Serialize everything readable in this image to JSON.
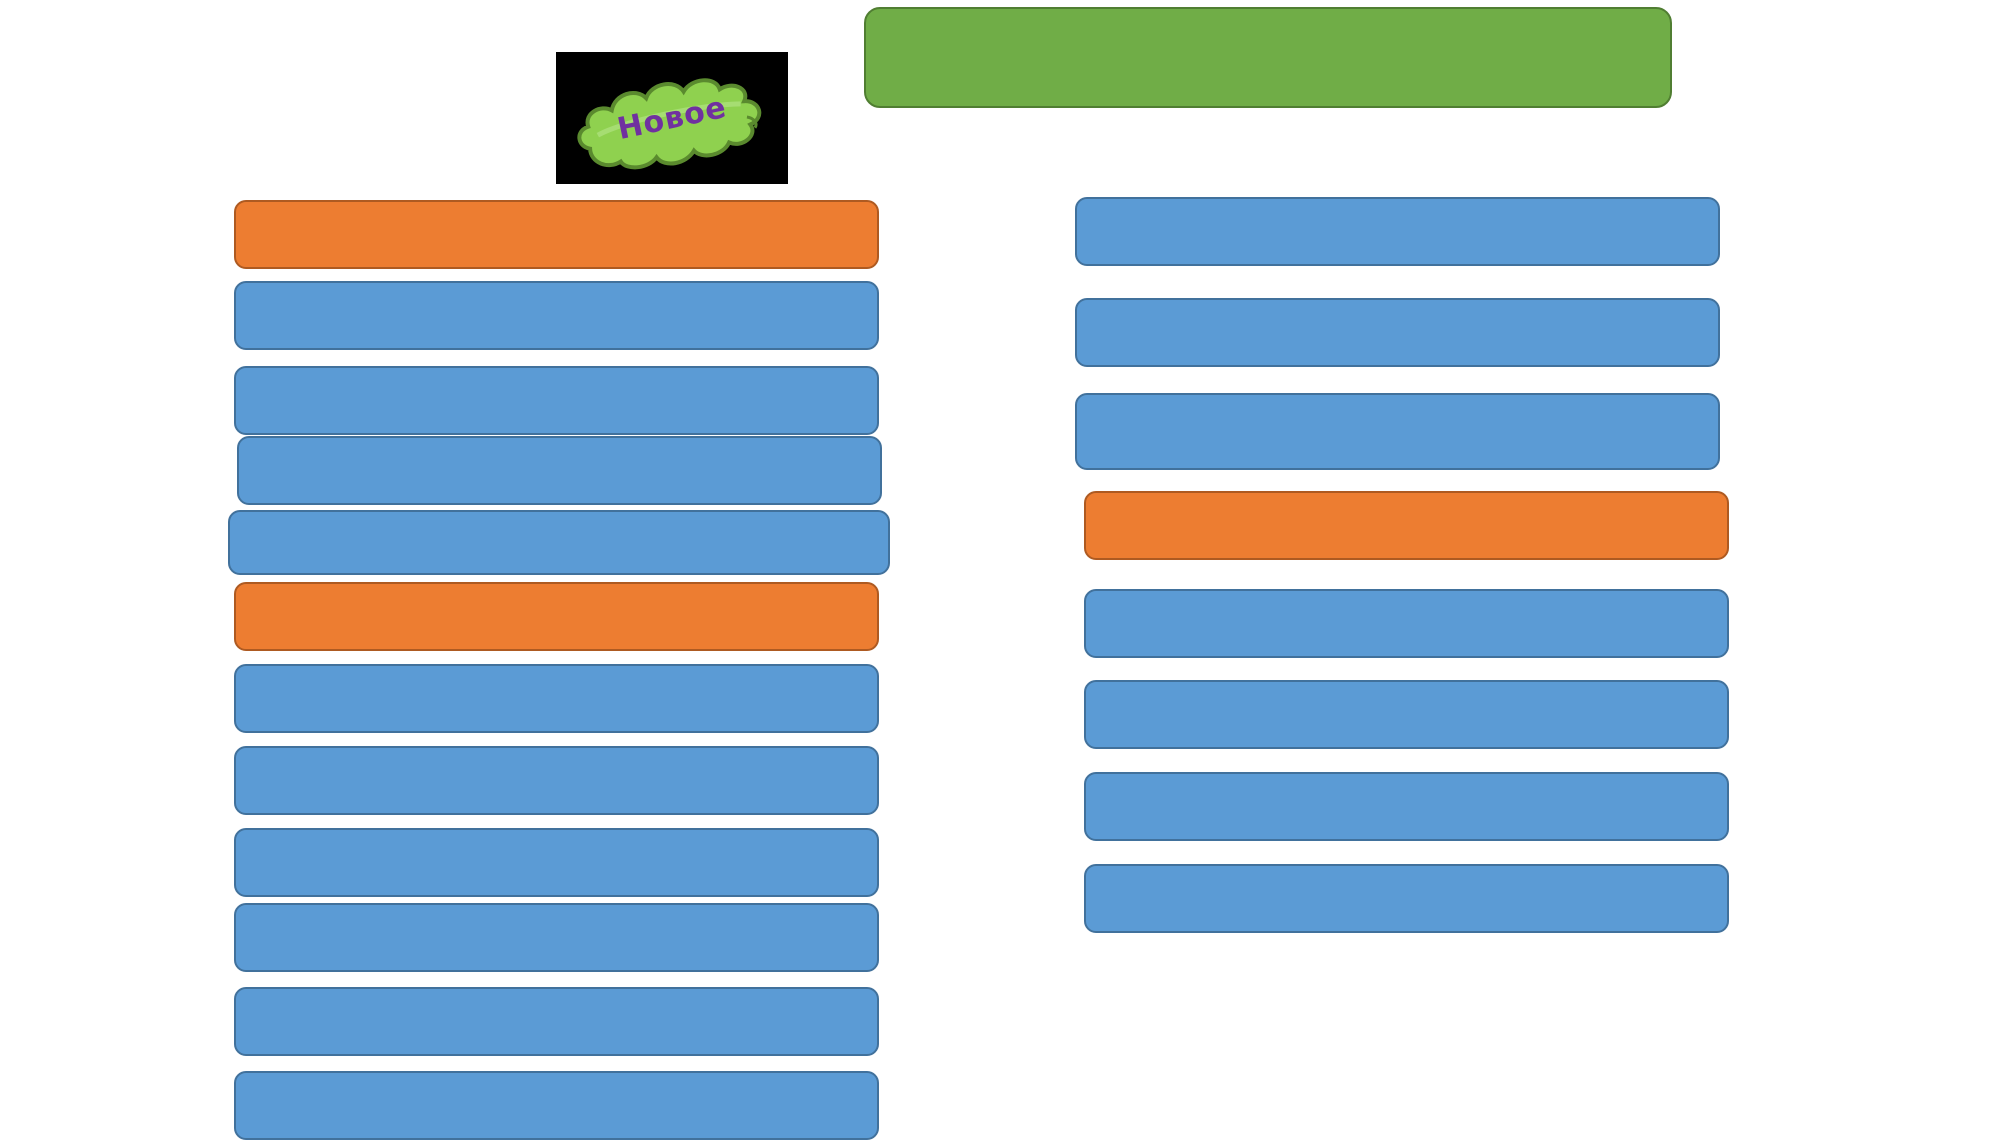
{
  "colors": {
    "blue": "#5b9bd5",
    "orange": "#ed7d31",
    "green": "#70ad47",
    "logo_background": "#000000",
    "logo_cloud": "#8fd14f",
    "logo_text": "#7030a0"
  },
  "logo": {
    "icon": "cloud-icon",
    "label": "Новое"
  },
  "header": {
    "label": ""
  },
  "left_column": {
    "items": [
      {
        "label": "",
        "color": "orange"
      },
      {
        "label": "",
        "color": "blue"
      },
      {
        "label": "",
        "color": "blue"
      },
      {
        "label": "",
        "color": "blue"
      },
      {
        "label": "",
        "color": "blue"
      },
      {
        "label": "",
        "color": "orange"
      },
      {
        "label": "",
        "color": "blue"
      },
      {
        "label": "",
        "color": "blue"
      },
      {
        "label": "",
        "color": "blue"
      },
      {
        "label": "",
        "color": "blue"
      },
      {
        "label": "",
        "color": "blue"
      },
      {
        "label": "",
        "color": "blue"
      }
    ]
  },
  "right_column": {
    "items": [
      {
        "label": "",
        "color": "blue"
      },
      {
        "label": "",
        "color": "blue"
      },
      {
        "label": "",
        "color": "blue"
      },
      {
        "label": "",
        "color": "orange"
      },
      {
        "label": "",
        "color": "blue"
      },
      {
        "label": "",
        "color": "blue"
      },
      {
        "label": "",
        "color": "blue"
      },
      {
        "label": "",
        "color": "blue"
      }
    ]
  }
}
